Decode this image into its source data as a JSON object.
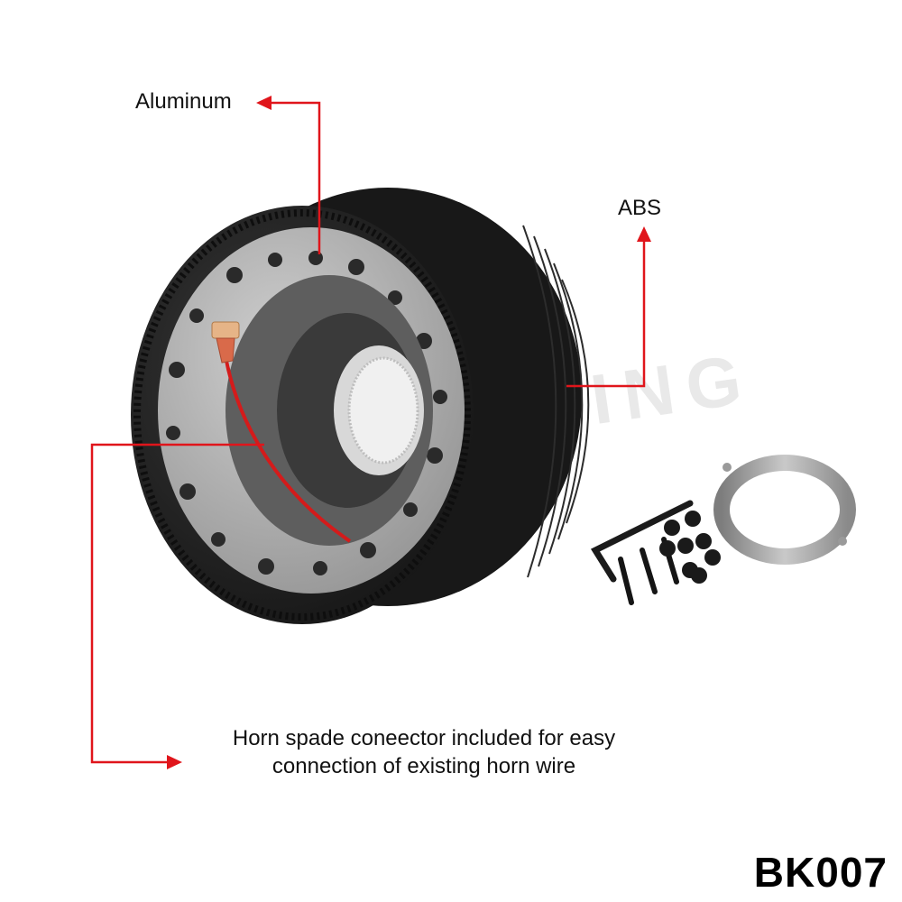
{
  "callouts": {
    "material_top": "Aluminum",
    "material_side": "ABS",
    "horn_line1": "Horn spade coneector included for easy",
    "horn_line2": "connection of existing horn wire"
  },
  "product": {
    "model": "BK007"
  },
  "colors": {
    "arrow": "#e0151b",
    "hub_body": "#1f1f1f",
    "plate": "#a7a7a7",
    "wire": "#d41b1b"
  },
  "icons": {
    "arrow_head": "arrow-head-icon"
  }
}
